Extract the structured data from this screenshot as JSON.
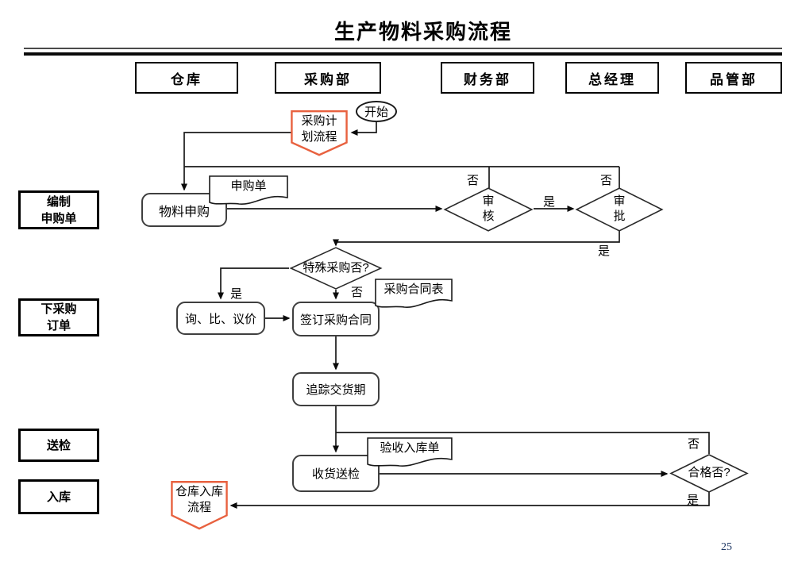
{
  "title": "生产物料采购流程",
  "page_number": "25",
  "lanes": [
    {
      "label": "仓库"
    },
    {
      "label": "采购部"
    },
    {
      "label": "财务部"
    },
    {
      "label": "总经理"
    },
    {
      "label": "品管部"
    }
  ],
  "row_labels": [
    {
      "label": "编制\n申购单"
    },
    {
      "label": "下采购\n订单"
    },
    {
      "label": "送检"
    },
    {
      "label": "入库"
    }
  ],
  "nodes": {
    "start": {
      "label": "开始"
    },
    "purchase_plan": {
      "label": "采购计\n划流程"
    },
    "material_request": {
      "label": "物料申购"
    },
    "requisition_doc": {
      "label": "申购单"
    },
    "review": {
      "label": "审\n核"
    },
    "approval": {
      "label": "审\n批"
    },
    "special_purchase": {
      "label": "特殊采购否?"
    },
    "inquiry": {
      "label": "询、比、议价"
    },
    "sign_contract": {
      "label": "签订采购合同"
    },
    "contract_doc": {
      "label": "采购合同表"
    },
    "track_delivery": {
      "label": "追踪交货期"
    },
    "receive_inspect": {
      "label": "收货送检"
    },
    "acceptance_doc": {
      "label": "验收入库单"
    },
    "qualified": {
      "label": "合格否?"
    },
    "warehouse_flow": {
      "label": "仓库入库\n流程"
    }
  },
  "edge_labels": {
    "review_no": "否",
    "approval_no": "否",
    "review_yes": "是",
    "approval_yes": "是",
    "special_yes": "是",
    "special_no": "否",
    "qualified_no": "否",
    "qualified_yes": "是"
  },
  "colors": {
    "accent": "#E8613F",
    "line": "#1a1a1a"
  }
}
